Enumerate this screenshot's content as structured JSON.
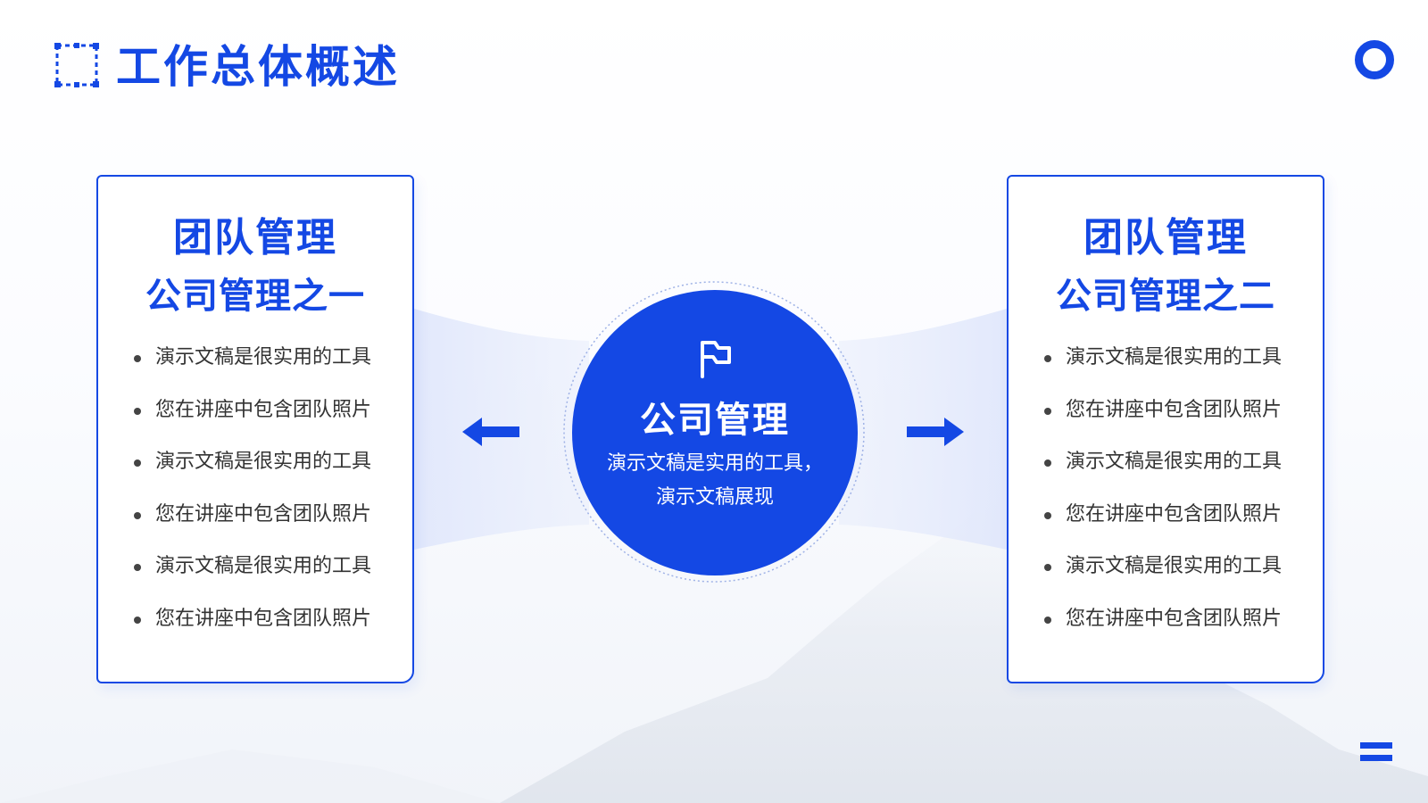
{
  "header": {
    "title": "工作总体概述",
    "mark_icon": "dashed-square-icon",
    "ring_icon": "ring-icon",
    "menu_icon": "menu-icon"
  },
  "colors": {
    "accent": "#1448e4",
    "text": "#333333",
    "card_bg": "#ffffff"
  },
  "left_card": {
    "title": "团队管理",
    "subtitle": "公司管理之一",
    "items": [
      "演示文稿是很实用的工具",
      "您在讲座中包含团队照片",
      "演示文稿是很实用的工具",
      "您在讲座中包含团队照片",
      "演示文稿是很实用的工具",
      "您在讲座中包含团队照片"
    ]
  },
  "right_card": {
    "title": "团队管理",
    "subtitle": "公司管理之二",
    "items": [
      "演示文稿是很实用的工具",
      "您在讲座中包含团队照片",
      "演示文稿是很实用的工具",
      "您在讲座中包含团队照片",
      "演示文稿是很实用的工具",
      "您在讲座中包含团队照片"
    ]
  },
  "center": {
    "icon": "flag-icon",
    "title": "公司管理",
    "text": "演示文稿是实用的工具，演示文稿展现"
  },
  "arrows": {
    "left": "arrow-left-icon",
    "right": "arrow-right-icon"
  }
}
